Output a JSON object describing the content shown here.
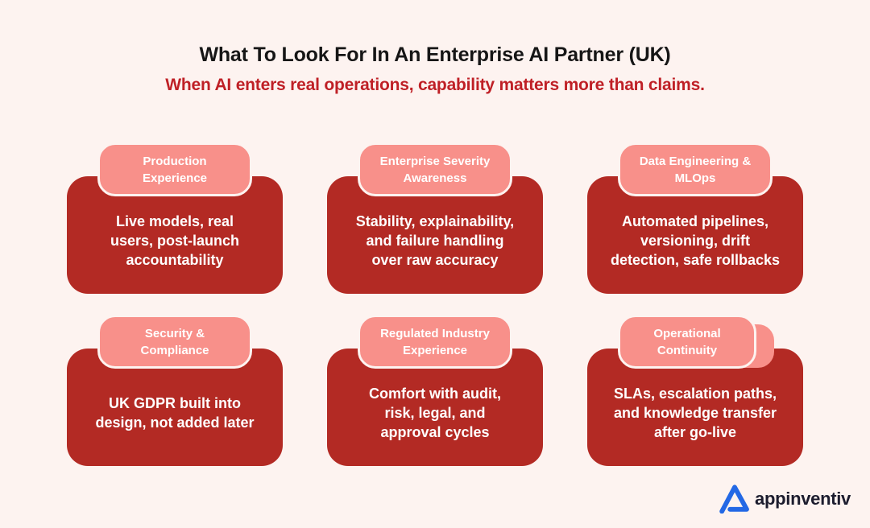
{
  "header": {
    "title": "What To Look For In An Enterprise AI Partner (UK)",
    "subtitle": "When AI enters real operations, capability matters more than claims."
  },
  "cards": [
    {
      "tab_lines": [
        "Production",
        "Experience"
      ],
      "body_lines": [
        "Live models, real",
        "users, post-launch",
        "accountability"
      ]
    },
    {
      "tab_lines": [
        "Enterprise Severity",
        "Awareness"
      ],
      "body_lines": [
        "Stability, explainability,",
        "and failure handling",
        "over raw accuracy"
      ]
    },
    {
      "tab_lines": [
        "Data Engineering &",
        "MLOps"
      ],
      "body_lines": [
        "Automated pipelines,",
        "versioning, drift",
        "detection, safe rollbacks"
      ]
    },
    {
      "tab_lines": [
        "Security &",
        "Compliance"
      ],
      "body_lines": [
        "UK GDPR built into",
        "design, not added later"
      ]
    },
    {
      "tab_lines": [
        "Regulated Industry",
        "Experience"
      ],
      "body_lines": [
        "Comfort with audit,",
        "risk, legal, and",
        "approval cycles"
      ]
    },
    {
      "tab_lines": [
        "Operational",
        "Continuity"
      ],
      "body_lines": [
        "SLAs, escalation paths,",
        "and knowledge transfer",
        "after go-live"
      ]
    }
  ],
  "logo": {
    "text": "appinventiv"
  },
  "colors": {
    "background": "#fdf3f0",
    "card_body_red": "#b32a24",
    "tab_pink": "#f8908a",
    "subtitle_red": "#bf2026",
    "logo_blue": "#2368e5",
    "logo_text": "#1c1c2e"
  }
}
